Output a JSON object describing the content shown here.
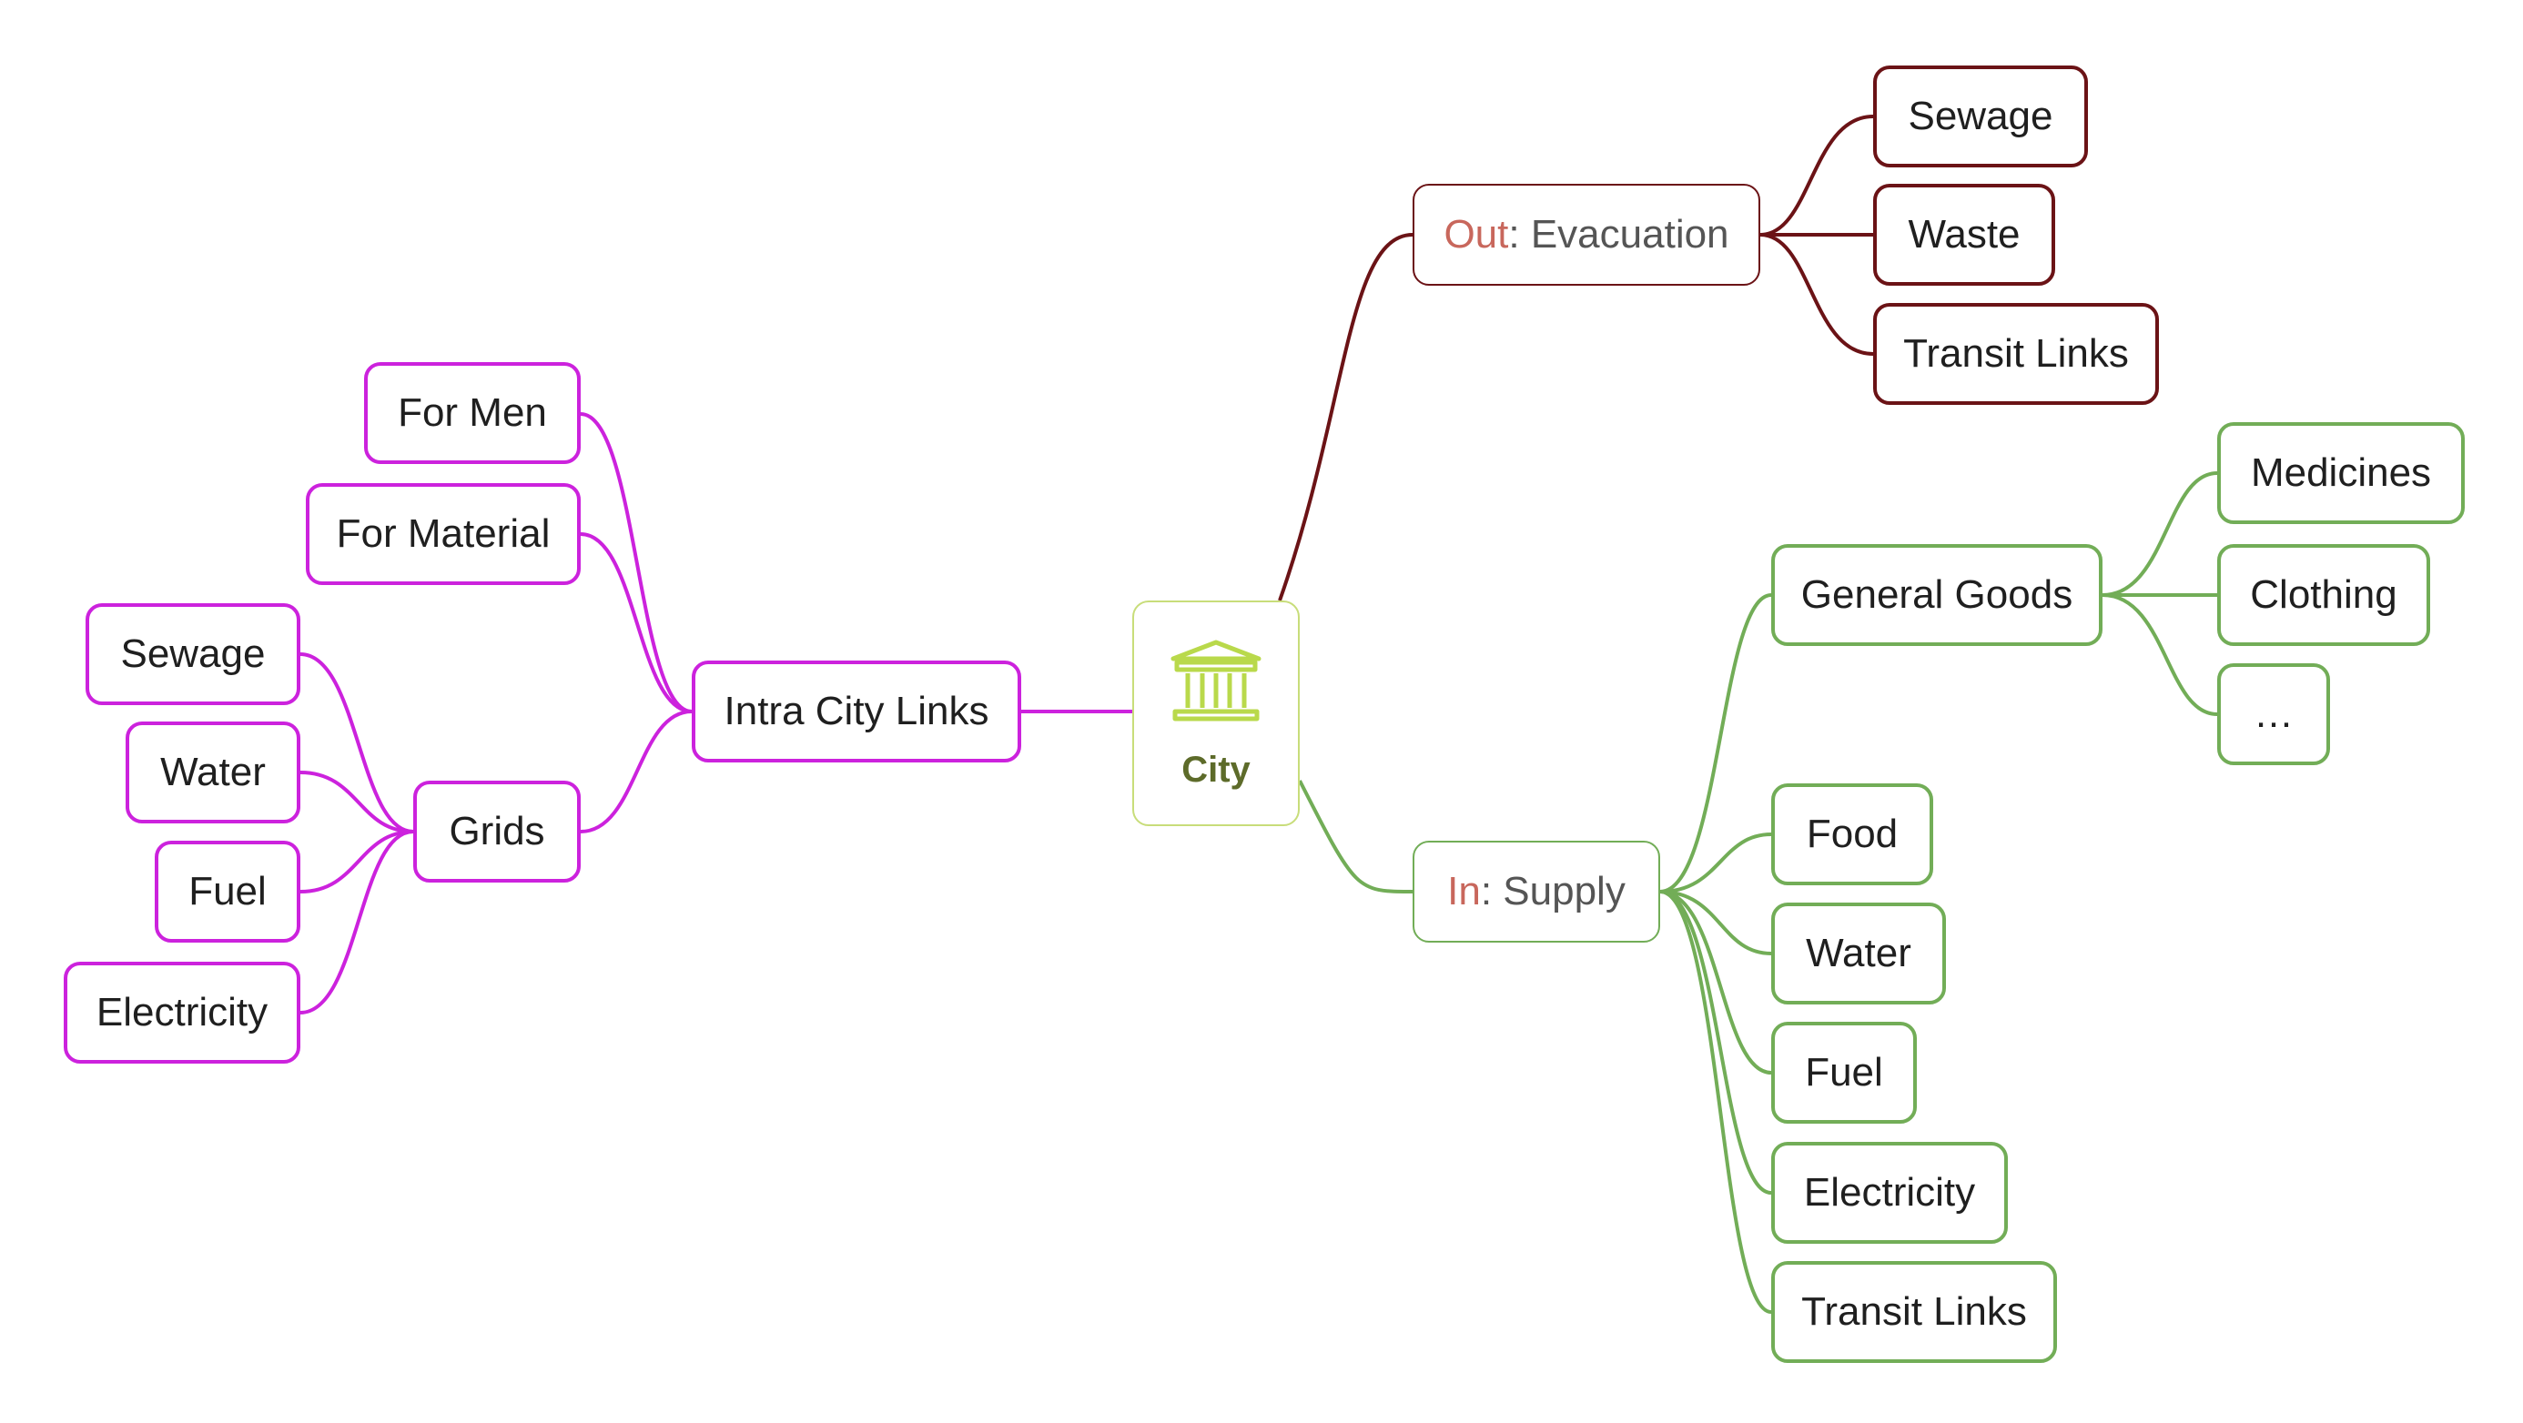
{
  "colors": {
    "magenta": "#cc22dd",
    "maroon": "#6b1316",
    "green": "#72ad57",
    "highlight": "#c8675c",
    "center_border": "#c8dd7a",
    "center_icon": "#b9d94b"
  },
  "root": {
    "label": "City",
    "icon": "building-icon"
  },
  "left": {
    "branch": "Intra City Links",
    "children": [
      "For Men",
      "For Material"
    ],
    "grids": {
      "label": "Grids",
      "children": [
        "Sewage",
        "Water",
        "Fuel",
        "Electricity"
      ]
    }
  },
  "out": {
    "prefix": "Out",
    "sep": ": ",
    "label": "Evacuation",
    "children": [
      "Sewage",
      "Waste",
      "Transit Links"
    ]
  },
  "in": {
    "prefix": "In",
    "sep": ": ",
    "label": "Supply",
    "general_goods": {
      "label": "General Goods",
      "children": [
        "Medicines",
        "Clothing",
        "…"
      ]
    },
    "children": [
      "Food",
      "Water",
      "Fuel",
      "Electricity",
      "Transit Links"
    ]
  }
}
